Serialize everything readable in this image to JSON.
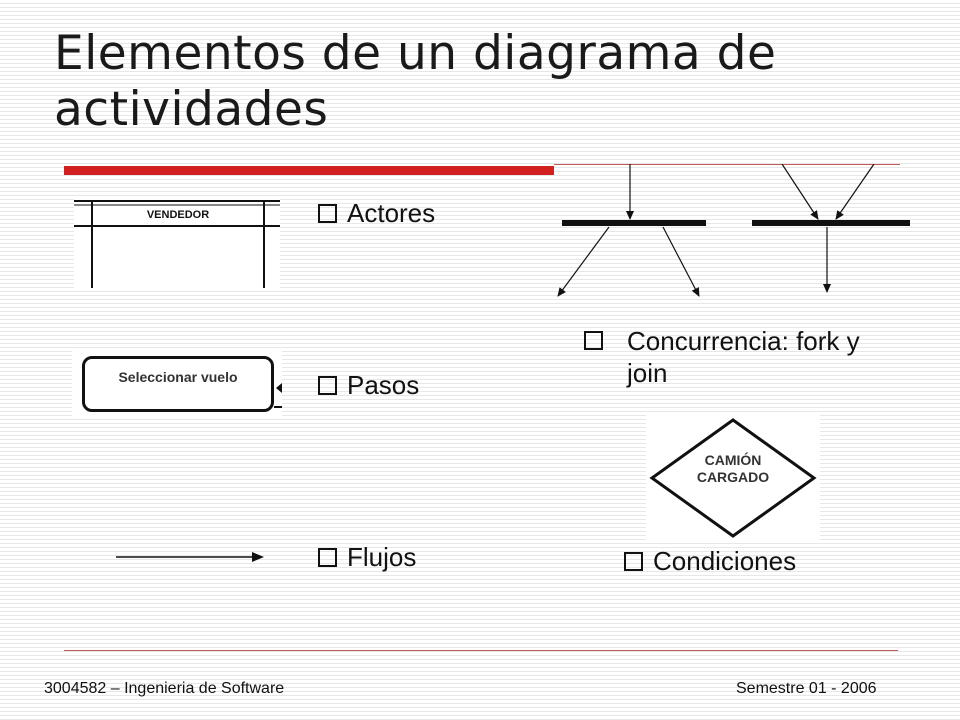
{
  "slide": {
    "title": "Elementos de un diagrama de actividades",
    "bullets": {
      "actores": "Actores",
      "pasos": "Pasos",
      "flujos": "Flujos",
      "concurrencia": "Concurrencia: fork y join",
      "condiciones": "Condiciones"
    },
    "figures": {
      "lane_label": "VENDEDOR",
      "step_label": "Seleccionar vuelo",
      "condition_label": "CAMIÓN CARGADO"
    },
    "footer": {
      "left": "3004582 – Ingenieria de Software",
      "right": "Semestre 01 - 2006"
    },
    "colors": {
      "accent": "#d21f1f",
      "stripes": "#e7e7e7"
    }
  }
}
